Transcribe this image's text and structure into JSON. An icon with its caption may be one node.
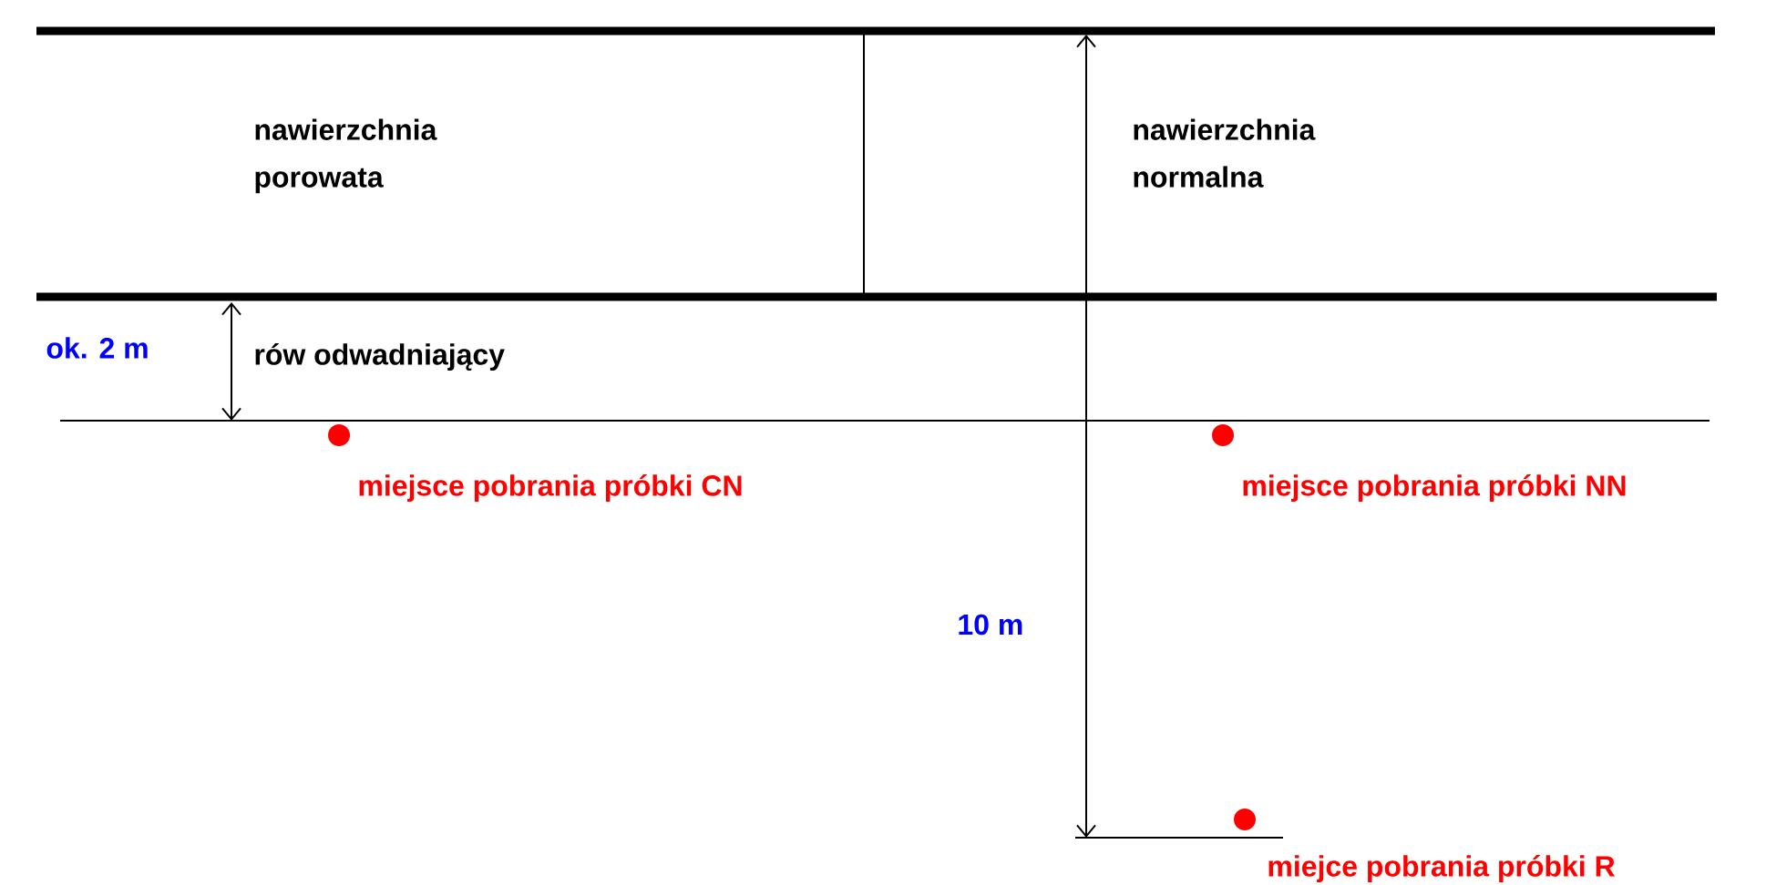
{
  "diagram": {
    "labels": [
      "nawierzchnia porowata",
      "nawierzchnia normalna",
      "ok. 2 m",
      "rów odwadniający",
      "miejsce pobrania próbki CN",
      "miejsce pobrania próbki NN",
      "10 m",
      "miejce pobrania próbki R"
    ]
  }
}
